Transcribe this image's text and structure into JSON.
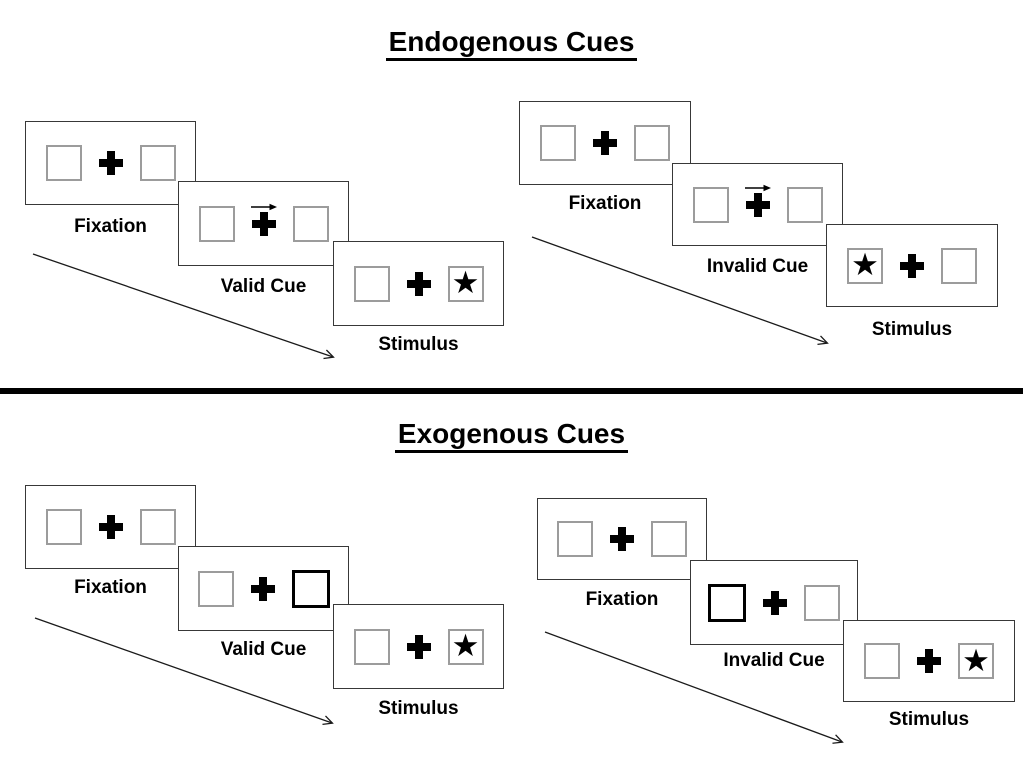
{
  "endogenous": {
    "title": "Endogenous Cues",
    "valid_trial": {
      "fixation_label": "Fixation",
      "cue_label": "Valid Cue",
      "stimulus_label": "Stimulus",
      "cue": "central-arrow-pointing-right-above-fixation-cross",
      "star_side": "right"
    },
    "invalid_trial": {
      "fixation_label": "Fixation",
      "cue_label": "Invalid Cue",
      "stimulus_label": "Stimulus",
      "cue": "central-arrow-pointing-right-above-fixation-cross",
      "star_side": "left"
    }
  },
  "exogenous": {
    "title": "Exogenous Cues",
    "valid_trial": {
      "fixation_label": "Fixation",
      "cue_label": "Valid Cue",
      "stimulus_label": "Stimulus",
      "cue": "right-box-bold-outline",
      "star_side": "right"
    },
    "invalid_trial": {
      "fixation_label": "Fixation",
      "cue_label": "Invalid Cue",
      "stimulus_label": "Stimulus",
      "cue": "left-box-bold-outline",
      "star_side": "right"
    }
  },
  "glyphs": {
    "star": "★"
  },
  "icons": {
    "fixation_cross": "bold-plus",
    "cue_arrow": "thin-right-arrow",
    "timeline_arrow": "diagonal-down-right-arrow"
  },
  "colors": {
    "ink": "#000000",
    "panel_border": "#383838",
    "box_border": "#9c9c9c",
    "background": "#ffffff"
  }
}
